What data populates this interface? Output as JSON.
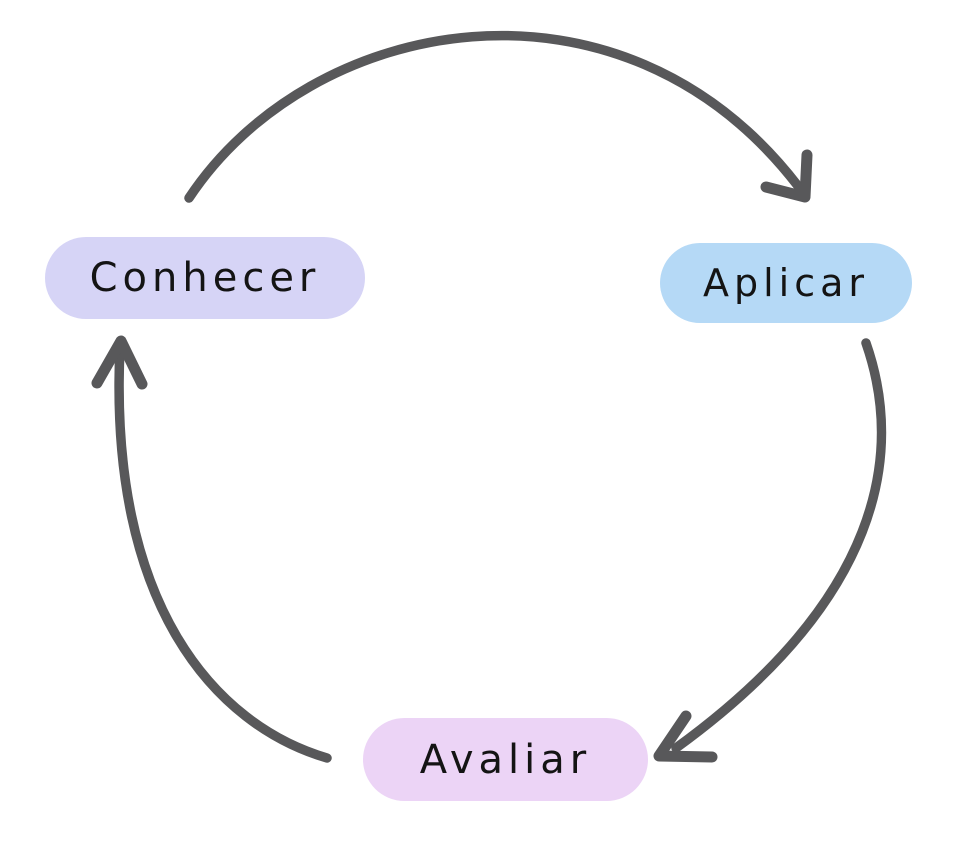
{
  "diagram": {
    "type": "cycle",
    "language": "pt",
    "nodes": [
      {
        "id": "conhecer",
        "label": "Conhecer",
        "fill": "#d6d4f6"
      },
      {
        "id": "aplicar",
        "label": "Aplicar",
        "fill": "#b5d9f6"
      },
      {
        "id": "avaliar",
        "label": "Avaliar",
        "fill": "#ecd4f6"
      }
    ],
    "edges": [
      {
        "from": "conhecer",
        "to": "aplicar",
        "direction": "clockwise"
      },
      {
        "from": "aplicar",
        "to": "avaliar",
        "direction": "clockwise"
      },
      {
        "from": "avaliar",
        "to": "conhecer",
        "direction": "clockwise"
      }
    ],
    "colors": {
      "arrow": "#58585a",
      "text": "#141414",
      "background": "#ffffff"
    }
  }
}
